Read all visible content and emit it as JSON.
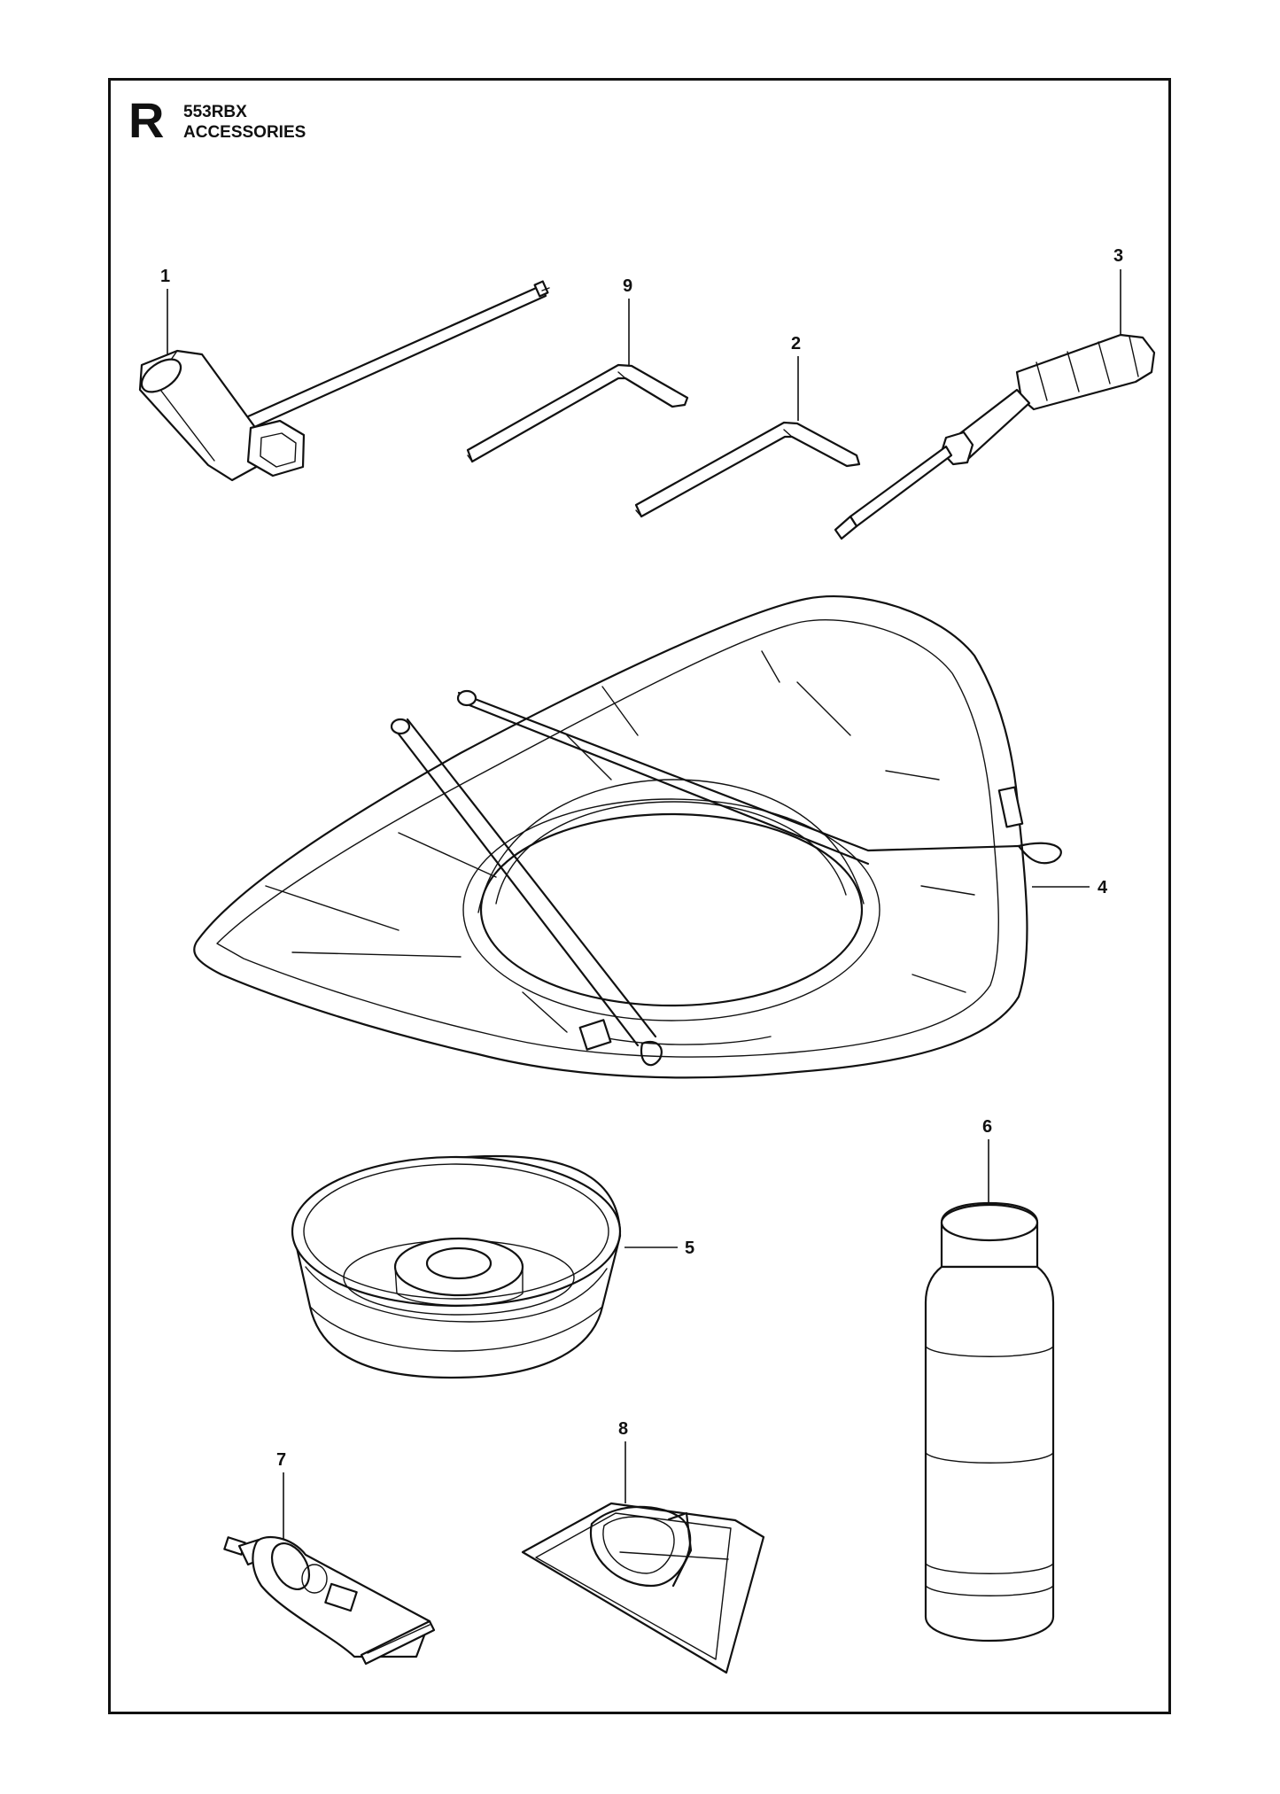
{
  "header": {
    "section_letter": "R",
    "model": "553RBX",
    "subtitle": "ACCESSORIES"
  },
  "callouts": [
    {
      "id": "1",
      "label": "1"
    },
    {
      "id": "2",
      "label": "2"
    },
    {
      "id": "3",
      "label": "3"
    },
    {
      "id": "4",
      "label": "4"
    },
    {
      "id": "5",
      "label": "5"
    },
    {
      "id": "6",
      "label": "6"
    },
    {
      "id": "7",
      "label": "7"
    },
    {
      "id": "8",
      "label": "8"
    },
    {
      "id": "9",
      "label": "9"
    }
  ],
  "colors": {
    "line": "#111111",
    "background": "#ffffff"
  }
}
